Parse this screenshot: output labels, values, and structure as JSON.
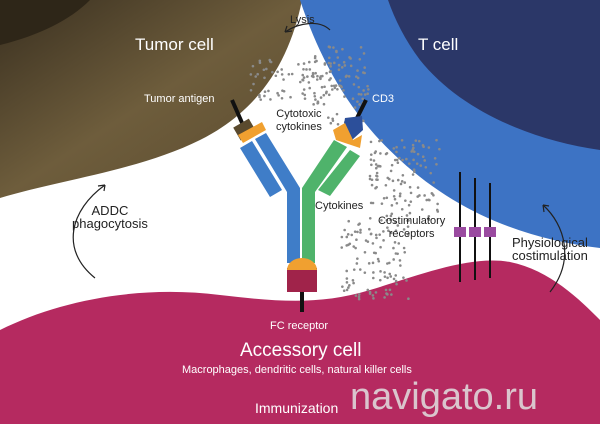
{
  "labels": {
    "tumor_cell": "Tumor cell",
    "t_cell": "T cell",
    "lysis": "Lysis",
    "tumor_antigen": "Tumor antigen",
    "cd3": "CD3",
    "cytotoxic_1": "Cytotoxic",
    "cytotoxic_2": "cytokines",
    "cytokines": "Cytokines",
    "costim_1": "Costimulatory",
    "costim_2": "receptors",
    "addc_1": "ADDC",
    "addc_2": "phagocytosis",
    "phys_1": "Physiological",
    "phys_2": "costimulation",
    "fc_receptor": "FC receptor",
    "accessory_cell": "Accessory cell",
    "accessory_types": "Macrophages, dendritic cells, natural killer cells",
    "immunization": "Immunization"
  },
  "watermark": "navigato.ru",
  "colors": {
    "tumor": "#6e5d3c",
    "tumor_dark": "#2e2618",
    "t_cell": "#3d73c4",
    "t_cell_dark": "#2b3768",
    "accessory": "#b52a60",
    "antibody_left": "#3f7dc8",
    "antibody_right": "#4fb36b",
    "orange": "#f0a030",
    "fc": "#a0234a",
    "receptor": "#9a4aa0"
  }
}
